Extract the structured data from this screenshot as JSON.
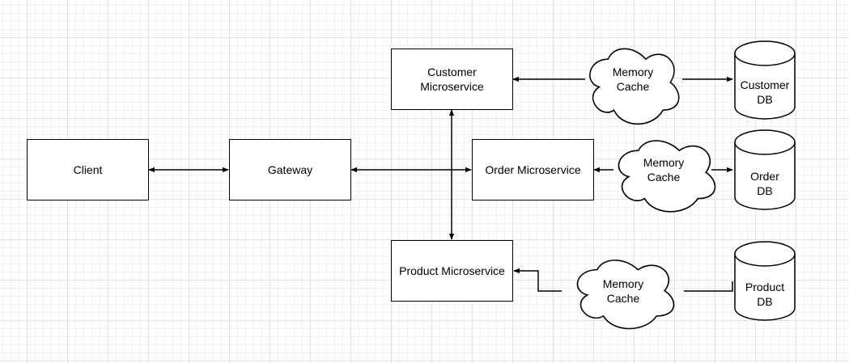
{
  "nodes": {
    "client": "Client",
    "gateway": "Gateway",
    "customer_service": "Customer\nMicroservice",
    "order_service": "Order Microservice",
    "product_service": "Product Microservice",
    "customer_cache": "Memory\nCache",
    "order_cache": "Memory\nCache",
    "product_cache": "Memory\nCache",
    "customer_db": "Customer\nDB",
    "order_db": "Order\nDB",
    "product_db": "Product\nDB"
  },
  "colors": {
    "stroke": "#000000",
    "fill": "#ffffff",
    "grid": "#e2e2e2"
  }
}
